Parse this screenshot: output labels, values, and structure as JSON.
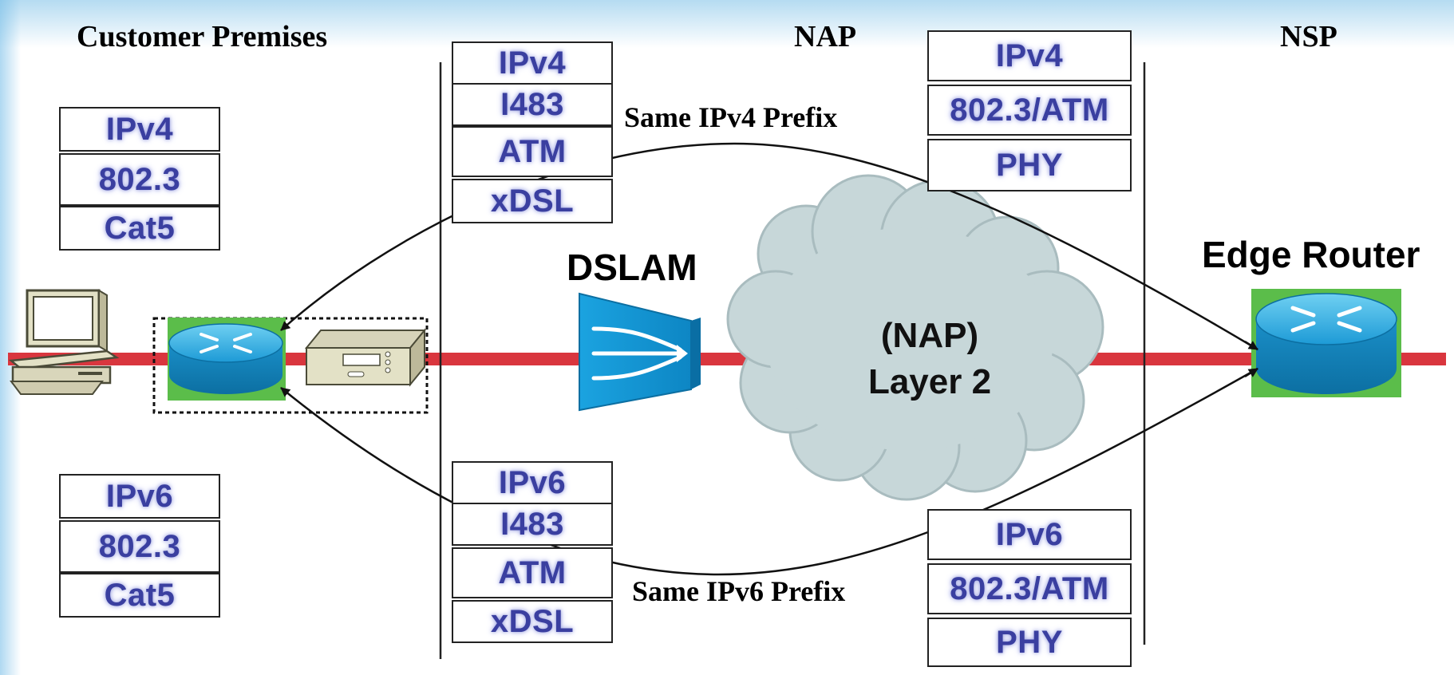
{
  "sections": {
    "customer_premises": "Customer Premises",
    "nap": "NAP",
    "nsp": "NSP"
  },
  "prefixes": {
    "ipv4": "Same IPv4 Prefix",
    "ipv6": "Same IPv6 Prefix"
  },
  "devices": {
    "dslam": "DSLAM",
    "edge_router": "Edge Router",
    "cloud_line1": "(NAP)",
    "cloud_line2": "Layer 2"
  },
  "stacks": {
    "customer_v4": [
      "IPv4",
      "802.3",
      "Cat5"
    ],
    "customer_v6": [
      "IPv6",
      "802.3",
      "Cat5"
    ],
    "nap_v4": [
      "IPv4",
      "I483",
      "ATM",
      "xDSL"
    ],
    "nap_v6": [
      "IPv6",
      "I483",
      "ATM",
      "xDSL"
    ],
    "nsp_v4": [
      "IPv4",
      "802.3/ATM",
      "PHY"
    ],
    "nsp_v6": [
      "IPv6",
      "802.3/ATM",
      "PHY"
    ]
  },
  "colors": {
    "link_line": "#d9363e",
    "stack_text": "#3a3fa0",
    "router_body": "#1f9fd8",
    "router_green": "#5bbd4a",
    "cloud_fill": "#c6d6d8",
    "dslam_blue": "#22a6df"
  },
  "icons": {
    "pc": "computer-icon",
    "cpe_router": "router-icon",
    "modem": "modem-icon",
    "dslam": "dslam-icon",
    "cloud": "cloud-icon",
    "edge_router": "router-icon"
  }
}
